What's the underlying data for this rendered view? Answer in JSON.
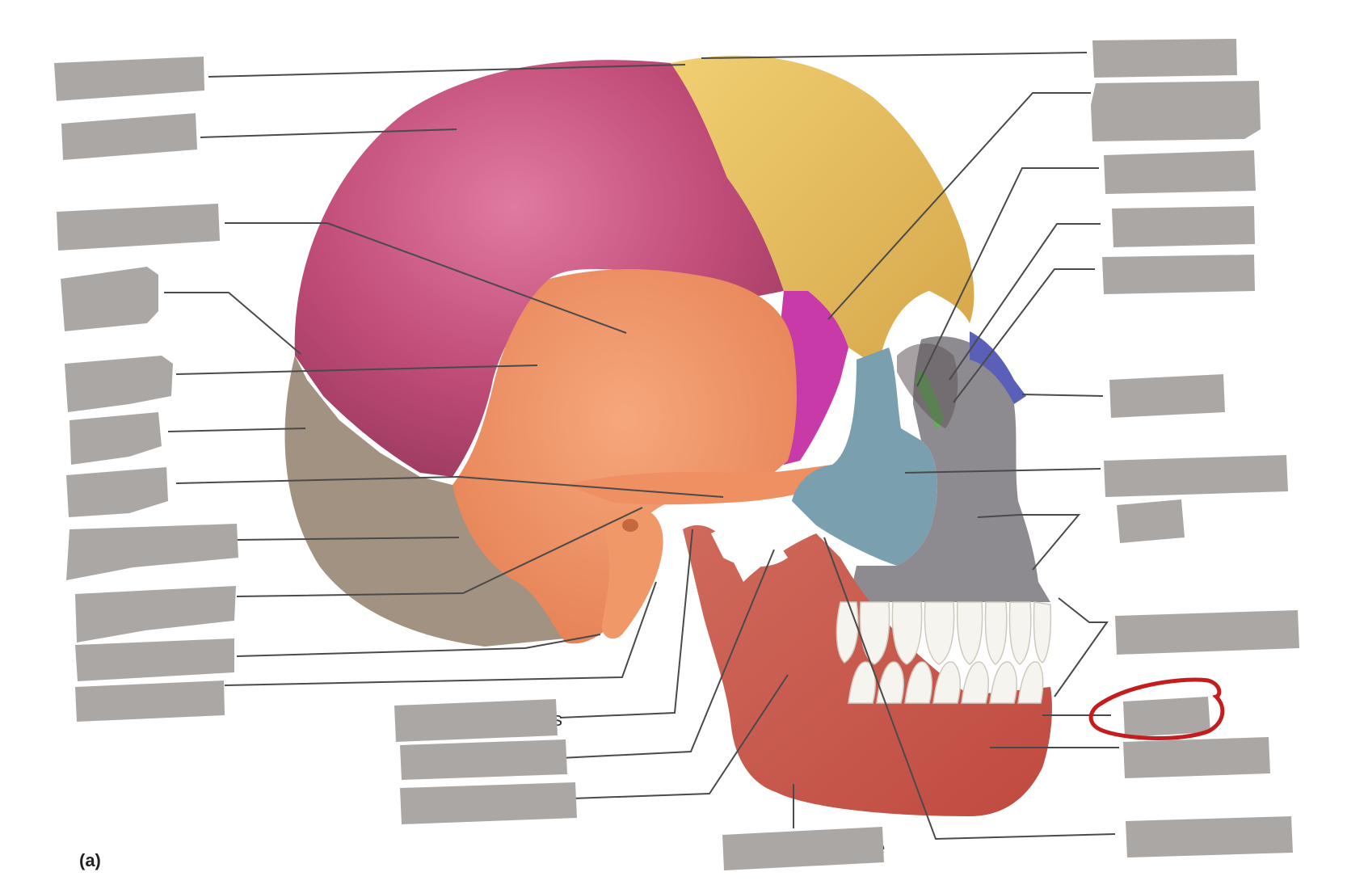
{
  "figure_label": "(a)",
  "stray_letters": [
    "s",
    "e"
  ],
  "colors": {
    "parietal": "#c04c78",
    "frontal": "#e8bf5e",
    "temporal": "#ef9062",
    "occipital": "#a29281",
    "sphenoid": "#c83aa8",
    "zygomatic": "#7a9fae",
    "maxilla": "#8d8a90",
    "nasal": "#5a5fb8",
    "lacrimal": "#58b64a",
    "mandible": "#c9584c",
    "teeth": "#f6f4ee",
    "label_box": "#aba7a4",
    "leader_line": "#4a4a4a",
    "highlight": "#c41d1d"
  },
  "label_boxes": [
    {
      "id": "coronal-suture",
      "text": ""
    },
    {
      "id": "parietal-bone",
      "text": ""
    },
    {
      "id": "squamous-suture",
      "text": ""
    },
    {
      "id": "lambdoid-suture",
      "text": ""
    },
    {
      "id": "occipital-suture",
      "text": ""
    },
    {
      "id": "occipital-bone",
      "text": ""
    },
    {
      "id": "zygomatic-process",
      "text": ""
    },
    {
      "id": "temporal-bone",
      "text": ""
    },
    {
      "id": "external-acoustic-meatus",
      "text": ""
    },
    {
      "id": "mastoid-process",
      "text": ""
    },
    {
      "id": "styloid-process",
      "text": ""
    },
    {
      "id": "frontal-bone",
      "text": ""
    },
    {
      "id": "sphenoid-bone",
      "text": ""
    },
    {
      "id": "ethmoid-bone",
      "text": ""
    },
    {
      "id": "lacrimal-bone",
      "text": ""
    },
    {
      "id": "lacrimal-fossa",
      "text": ""
    },
    {
      "id": "nasal-bone",
      "text": ""
    },
    {
      "id": "zygomatic-bone",
      "text": ""
    },
    {
      "id": "maxilla",
      "text": ""
    },
    {
      "id": "alveolar-processes",
      "text": ""
    },
    {
      "id": "mandible",
      "text": ""
    },
    {
      "id": "mental-foramen",
      "text": ""
    },
    {
      "id": "coronoid-process",
      "text": ""
    },
    {
      "id": "mandibular-ramus",
      "text": ""
    },
    {
      "id": "mandibular-condyle",
      "text": ""
    },
    {
      "id": "mandibular-notch",
      "text": ""
    },
    {
      "id": "mandibular-angle",
      "text": ""
    },
    {
      "id": "mandibular-body",
      "text": ""
    }
  ]
}
